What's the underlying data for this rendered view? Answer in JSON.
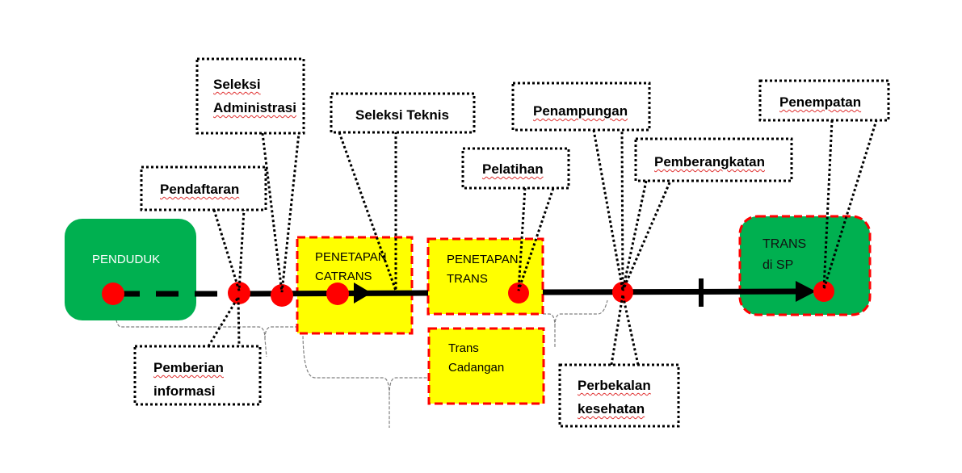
{
  "colors": {
    "green": "#00b050",
    "yellow": "#ffff00",
    "red": "#ff0000",
    "line": "#000000",
    "brace": "#808080"
  },
  "boxes": {
    "penduduk": "PENDUDUK",
    "catrans": [
      "PENETAPAN",
      "CATRANS"
    ],
    "trans": [
      "PENETAPAN",
      "TRANS"
    ],
    "cadangan": [
      "Trans",
      "Cadangan"
    ],
    "sp": [
      "TRANS",
      "di SP"
    ]
  },
  "callouts": {
    "pendaftaran": "Pendaftaran",
    "seleksi_admin": [
      "Seleksi",
      "Administrasi"
    ],
    "seleksi_teknis": [
      "Seleksi",
      "Teknis"
    ],
    "pelatihan": "Pelatihan",
    "penampungan": "Penampungan",
    "pemberangkatan": "Pemberangkatan",
    "penempatan": "Penempatan",
    "pemberian": [
      "Pemberian",
      "informasi"
    ],
    "perbekalan": [
      "Perbekalan",
      "kesehatan"
    ]
  }
}
